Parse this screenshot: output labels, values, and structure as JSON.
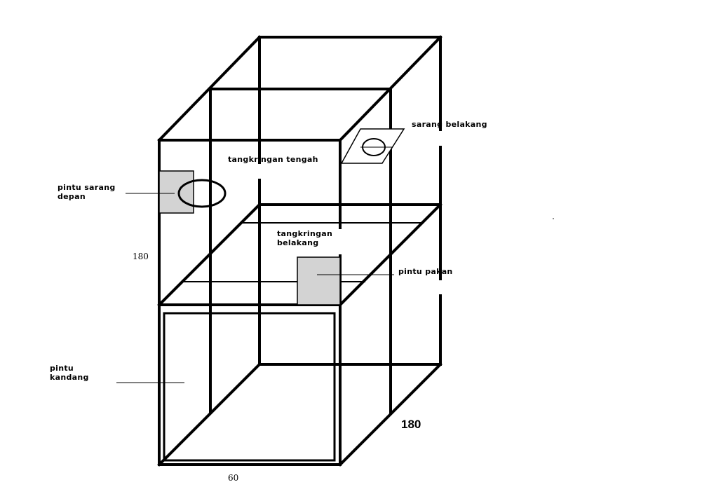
{
  "labels": {
    "sarang_belakang": "sarang belakang",
    "tangkringan_tengah": "tangkringan tengah",
    "pintu_sarang_depan_1": "pintu sarang",
    "pintu_sarang_depan_2": "depan",
    "tangkringan_belakang_1": "tangkringan",
    "tangkringan_belakang_2": "belakang",
    "pintu_pakan": "pintu pakan",
    "pintu_kandang_1": "pintu",
    "pintu_kandang_2": "kandang"
  },
  "dimensions": {
    "height": "180",
    "depth": "180",
    "width": "60"
  },
  "colors": {
    "line": "#000000",
    "door_fill": "#d3d3d3",
    "background": "#ffffff"
  }
}
